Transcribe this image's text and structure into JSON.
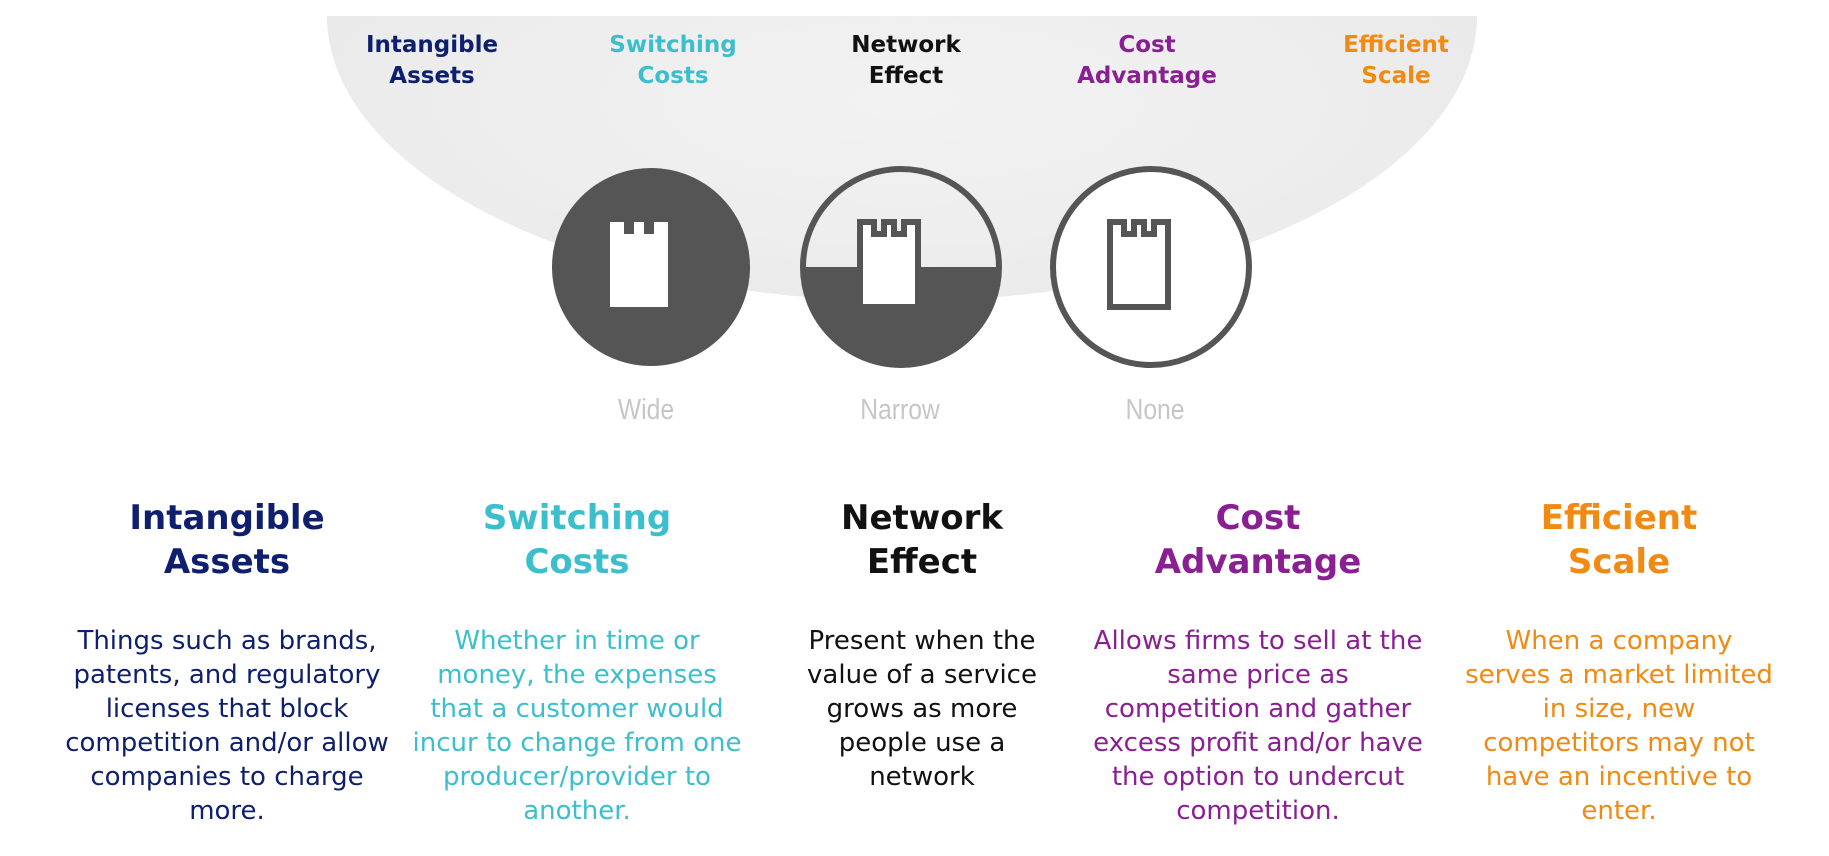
{
  "colors": {
    "intangible": "#0e1f6e",
    "switching": "#3bbfcc",
    "network": "#111111",
    "cost": "#8a1f93",
    "efficient": "#f08a12",
    "moat_fill": "#555555",
    "label_grey": "#c6c6c6"
  },
  "top_labels": [
    {
      "text": "Intangible\nAssets",
      "color": "#0e1f6e"
    },
    {
      "text": "Switching\nCosts",
      "color": "#3bbfcc"
    },
    {
      "text": "Network\nEffect",
      "color": "#111111"
    },
    {
      "text": "Cost\nAdvantage",
      "color": "#8a1f93"
    },
    {
      "text": "Efficient\nScale",
      "color": "#f08a12"
    }
  ],
  "moats": [
    {
      "label": "Wide",
      "icon": "wide-moat-castle-icon",
      "fill_level": 1.0
    },
    {
      "label": "Narrow",
      "icon": "narrow-moat-castle-icon",
      "fill_level": 0.5
    },
    {
      "label": "None",
      "icon": "no-moat-castle-icon",
      "fill_level": 0.0
    }
  ],
  "columns": [
    {
      "title": "Intangible\nAssets",
      "description": "Things such as brands, patents, and regulatory licenses that block competition and/or allow companies to charge more.",
      "color": "#0e1f6e"
    },
    {
      "title": "Switching\nCosts",
      "description": "Whether in time or money, the expenses that a customer would incur to change from one producer/provider to another.",
      "color": "#3bbfcc"
    },
    {
      "title": "Network\nEffect",
      "description": "Present when the value of a service grows as more people use a network",
      "color": "#111111"
    },
    {
      "title": "Cost\nAdvantage",
      "description": "Allows firms to sell at the same price as competition and gather excess profit and/or have the option to undercut competition.",
      "color": "#8a1f93"
    },
    {
      "title": "Efficient\nScale",
      "description": "When a company serves a market limited in size, new competitors may not have an incentive to enter.",
      "color": "#f08a12"
    }
  ]
}
